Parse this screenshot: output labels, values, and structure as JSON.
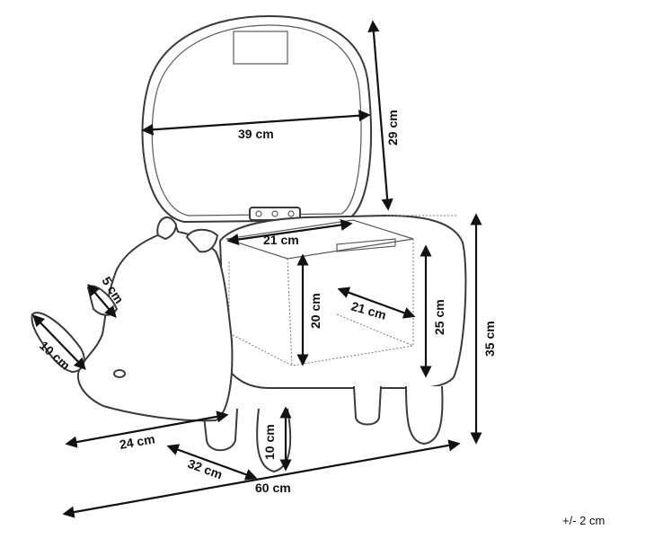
{
  "diagram": {
    "dimensions": {
      "lid_width": "39 cm",
      "lid_height": "29 cm",
      "storage_width": "21 cm",
      "storage_height": "20 cm",
      "storage_depth": "21 cm",
      "seat_height": "25 cm",
      "total_height": "35 cm",
      "horn_length": "10 cm",
      "ear_length": "5 cm",
      "head_length": "24 cm",
      "leg_height": "10 cm",
      "depth": "32 cm",
      "total_length": "60 cm"
    },
    "tolerance": "+/- 2 cm"
  }
}
